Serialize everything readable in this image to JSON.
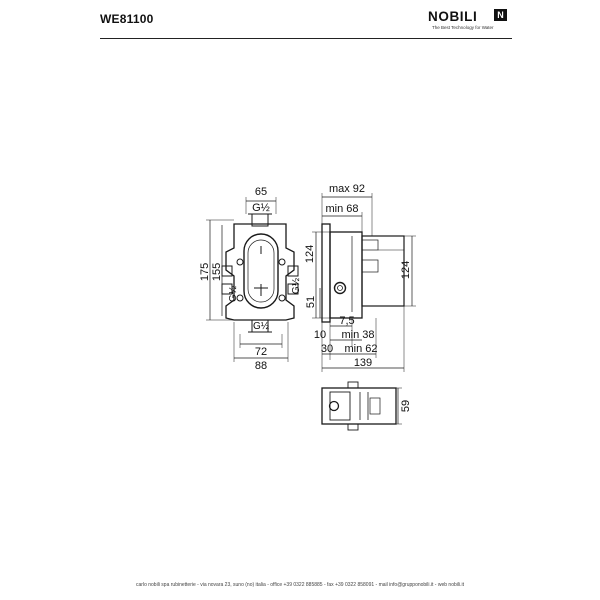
{
  "header": {
    "product_code": "WE81100",
    "brand": "NOBILI",
    "brand_mark": "N",
    "tagline": "The Best Technology for Water"
  },
  "front_view": {
    "dims": {
      "width_top": "65",
      "thread_top": "G½",
      "height_outer": "175",
      "height_inner": "155",
      "thread_left": "G½",
      "thread_right": "G½",
      "thread_bottom": "G½",
      "width_bottom_inner": "72",
      "width_bottom_outer": "88"
    }
  },
  "side_view": {
    "dims": {
      "max_depth": "max 92",
      "min_depth": "min 68",
      "left_height": "124",
      "right_height": "124",
      "port_height": "51",
      "d_7_5": "7,5",
      "d_10": "10",
      "d_min38": "min 38",
      "d_30": "30",
      "d_min62": "min 62",
      "total_depth": "139"
    }
  },
  "top_view": {
    "dims": {
      "height": "59"
    }
  },
  "footer": {
    "text": "carlo nobili spa rubinetterie - via novara 23, suno (no) italia - office +39 0322 885885 - fax +39 0322 858091 - mail info@grupponobili.it - web nobili.it"
  },
  "colors": {
    "ink": "#1a1a1a",
    "background": "#ffffff"
  }
}
